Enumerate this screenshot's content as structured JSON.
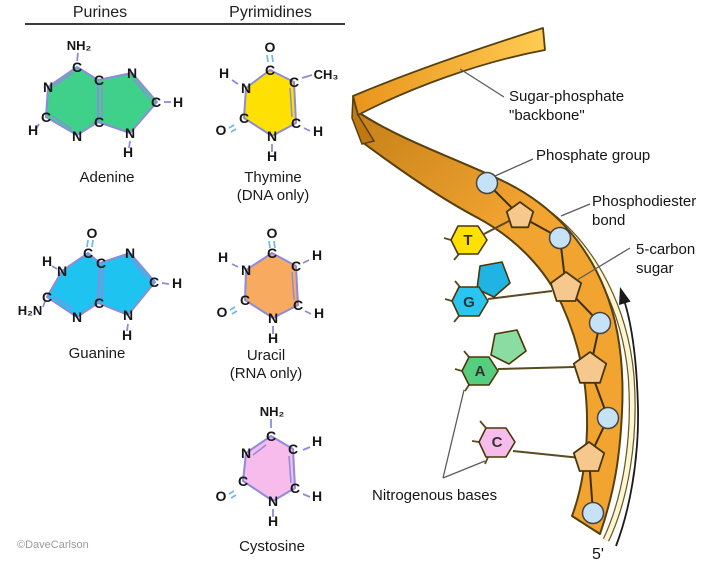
{
  "title_row": {
    "purines": "Purines",
    "pyrimidines": "Pyrimidines"
  },
  "credit": "©DaveCarlson",
  "colors": {
    "adenine": "#3fd089",
    "guanine": "#1ec3f0",
    "thymine": "#ffe003",
    "uracil": "#f8ab60",
    "cystosine": "#f7bcec",
    "ribbon": "#f2a431",
    "ribbon_deep": "#c8821a",
    "ribbon_left": "#e8941c",
    "ribbon_light": "#ffcb52",
    "sugar": "#f6c88d",
    "phosphate": "#c6e2f6",
    "base_t": "#ffe003",
    "base_g_hex": "#2ac6f1",
    "base_g_pent": "#1fb4e4",
    "base_a_hex": "#57cd80",
    "base_a_pent": "#8adca2",
    "base_c": "#f5bcec"
  },
  "molecules": {
    "adenine": {
      "name": "Adenine",
      "atoms": {
        "amino": "NH₂",
        "c6": "C",
        "n1": "N",
        "c2": "C",
        "h2": "H",
        "n3": "N",
        "c4": "C",
        "c5": "C",
        "n7": "N",
        "c8": "C",
        "h8": "H",
        "n9": "N",
        "h9": "H"
      }
    },
    "guanine": {
      "name": "Guanine",
      "atoms": {
        "oxo": "O",
        "c6": "C",
        "n1": "N",
        "h1": "H",
        "c2": "C",
        "amino": "H₂N",
        "n3": "N",
        "c4": "C",
        "c5": "C",
        "n7": "N",
        "c8": "C",
        "h8": "H",
        "n9": "N",
        "h9": "H"
      }
    },
    "thymine": {
      "name": "Thymine",
      "note": "(DNA only)",
      "atoms": {
        "oxo_top": "O",
        "c6": "C",
        "c5": "C",
        "methyl": "CH₃",
        "c4": "C",
        "h4": "H",
        "n3": "N",
        "h3": "H",
        "c2": "C",
        "oxo_left": "O",
        "n1": "N",
        "h1": "H"
      }
    },
    "uracil": {
      "name": "Uracil",
      "note": "(RNA only)",
      "atoms": {
        "oxo_top": "O",
        "c6": "C",
        "c5": "C",
        "h5": "H",
        "c4": "C",
        "h4": "H",
        "n3": "N",
        "h3": "H",
        "c2": "C",
        "oxo_left": "O",
        "n1": "N",
        "h1": "H"
      }
    },
    "cystosine": {
      "name": "Cystosine",
      "atoms": {
        "amino": "NH₂",
        "c6": "C",
        "c5": "C",
        "h5": "H",
        "c4": "C",
        "h4": "H",
        "n3": "N",
        "h3": "H",
        "c2": "C",
        "oxo": "O",
        "n1": "N"
      }
    }
  },
  "backbone": {
    "labels": {
      "sugar_phosphate_1": "Sugar-phosphate",
      "sugar_phosphate_2": "\"backbone\"",
      "phosphate_group": "Phosphate group",
      "phosphodiester_1": "Phosphodiester",
      "phosphodiester_2": "bond",
      "five_carbon_1": "5-carbon",
      "five_carbon_2": "sugar",
      "nitrogenous_bases": "Nitrogenous bases",
      "five_prime": "5'"
    },
    "bases": [
      {
        "letter": "T"
      },
      {
        "letter": "G"
      },
      {
        "letter": "A"
      },
      {
        "letter": "C"
      }
    ]
  }
}
